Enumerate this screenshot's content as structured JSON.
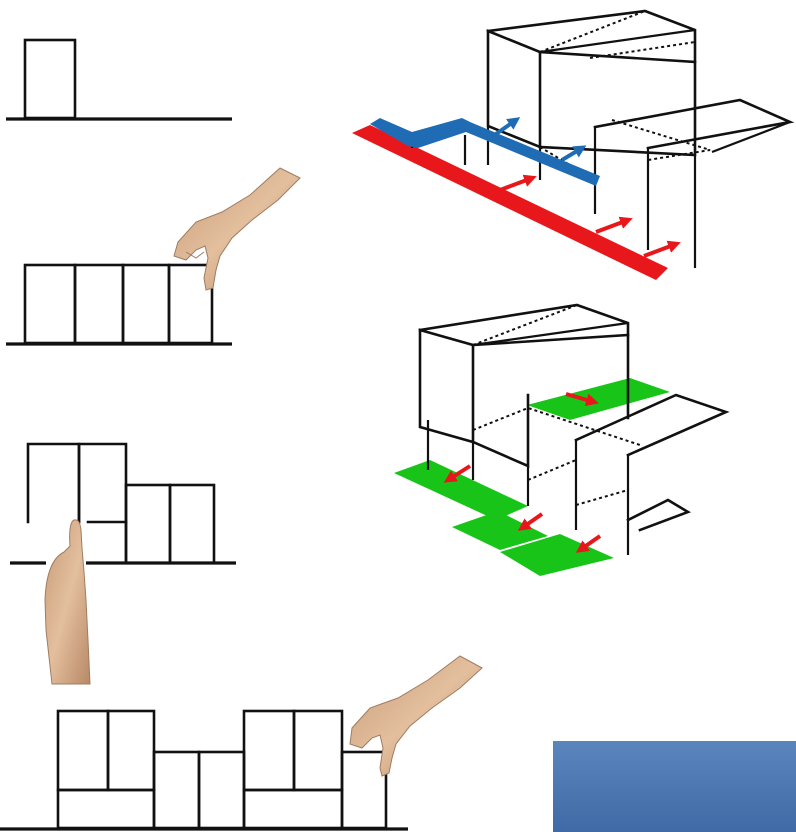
{
  "figure": {
    "panels": [
      {
        "id": "step-1",
        "blocks": 1
      },
      {
        "id": "step-2",
        "blocks": 4,
        "gesture": "hand-placing-block"
      },
      {
        "id": "step-3",
        "blocks": 5,
        "gesture": "finger-pointing"
      },
      {
        "id": "step-4",
        "blocks": 9,
        "gesture": "hand-placing-block"
      }
    ],
    "views": [
      {
        "id": "iso-view-top",
        "highlight_colors": [
          "#e8171b",
          "#1f6cb5"
        ]
      },
      {
        "id": "iso-view-middle",
        "highlight_colors": [
          "#19c419",
          "#e8171b"
        ]
      }
    ],
    "photo_crop": {
      "sky_color": "#4c78b0"
    }
  }
}
